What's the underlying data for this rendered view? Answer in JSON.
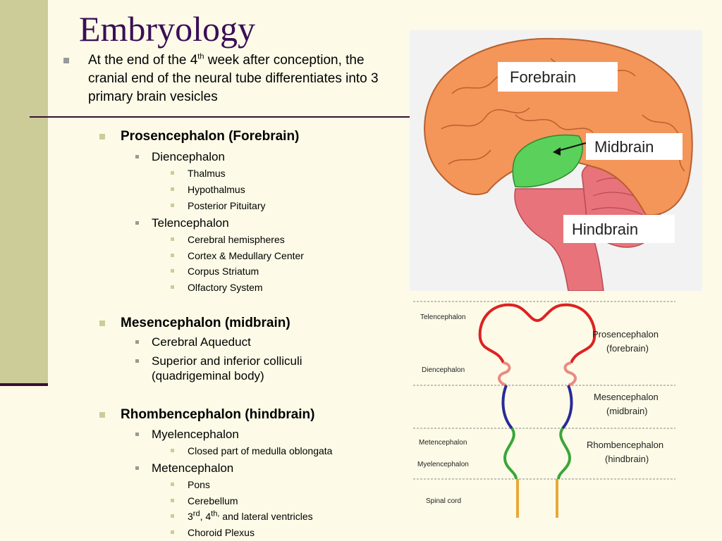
{
  "slide": {
    "title": "Embryology",
    "intro": {
      "before_sup": "At the end of the 4",
      "sup": "th",
      "after_sup": " week after conception, the cranial end of the neural tube differentiates into 3 primary brain vesicles"
    },
    "sections": [
      {
        "heading": "Prosencephalon (Forebrain)",
        "subitems": [
          {
            "label": "Diencephalon",
            "items": [
              "Thalmus",
              "Hypothalmus",
              "Posterior Pituitary"
            ]
          },
          {
            "label": "Telencephalon",
            "items": [
              "Cerebral hemispheres",
              "Cortex & Medullary Center",
              "Corpus Striatum",
              "Olfactory System"
            ]
          }
        ]
      },
      {
        "heading": "Mesencephalon (midbrain)",
        "subitems": [
          {
            "label": "Cerebral Aqueduct",
            "items": []
          },
          {
            "label": "Superior and inferior colliculi (quadrigeminal body)",
            "items": []
          }
        ]
      },
      {
        "heading": "Rhombencephalon (hindbrain)",
        "subitems": [
          {
            "label": "Myelencephalon",
            "items": [
              "Closed part of medulla oblongata"
            ]
          },
          {
            "label": "Metencephalon",
            "items": [
              "Pons",
              "Cerebellum"
            ]
          }
        ],
        "ventricles": {
          "a": "3",
          "a_sup": "rd",
          "b": ", 4",
          "b_sup": "th,",
          "c": " and lateral ventricles"
        },
        "last_item": "Choroid Plexus"
      }
    ]
  },
  "brain_figure": {
    "labels": {
      "forebrain": "Forebrain",
      "midbrain": "Midbrain",
      "hindbrain": "Hindbrain"
    },
    "colors": {
      "cortex": "#f4955a",
      "midbrain": "#5ad15a",
      "hindbrain": "#e8737a",
      "label_bg": "#ffffff"
    }
  },
  "vesicle_figure": {
    "left_labels": [
      "Telencephalon",
      "Diencephalon",
      "Metencephalon",
      "Myelencephalon",
      "Spinal cord"
    ],
    "right_labels": [
      {
        "name": "Prosencephalon",
        "sub": "(forebrain)"
      },
      {
        "name": "Mesencephalon",
        "sub": "(midbrain)"
      },
      {
        "name": "Rhombencephalon",
        "sub": "(hindbrain)"
      }
    ],
    "colors": {
      "telencephalon": "#dd2222",
      "diencephalon": "#e88c84",
      "mesencephalon": "#2a2a9a",
      "rhombencephalon": "#3aa63a",
      "spinal_cord": "#e8a838"
    }
  }
}
